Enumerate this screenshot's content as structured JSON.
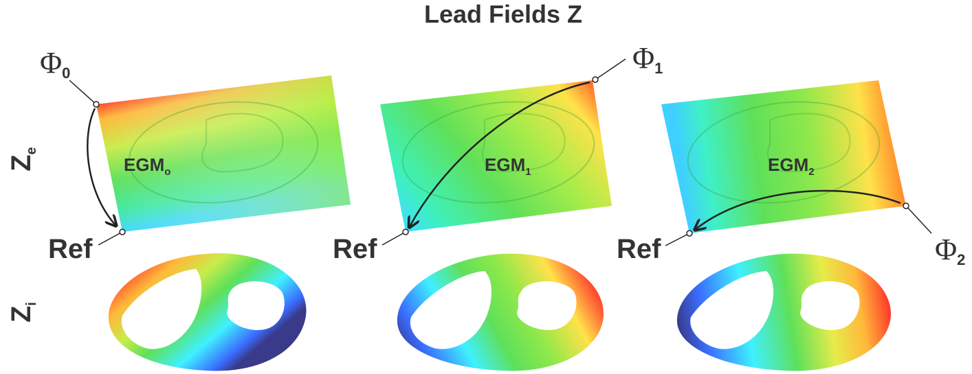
{
  "title": "Lead Fields Z",
  "row_labels": {
    "extracellular": "Z",
    "extracellular_sub": "e",
    "intracellular": "Z",
    "intracellular_sub": "i"
  },
  "phi_symbol": "Φ",
  "columns": [
    {
      "phi_sub": "0",
      "egm": "EGM",
      "egm_sub": "o",
      "ref": "Ref"
    },
    {
      "phi_sub": "1",
      "egm": "EGM",
      "egm_sub": "1",
      "ref": "Ref"
    },
    {
      "phi_sub": "2",
      "egm": "EGM",
      "egm_sub": "2",
      "ref": "Ref"
    }
  ],
  "colors": {
    "text": "#333333",
    "field_green": "#5fe05a",
    "hot": "#ff2a2a",
    "warm": "#ffe24a",
    "cool": "#3ff0ff",
    "cold": "#3a4dff"
  }
}
